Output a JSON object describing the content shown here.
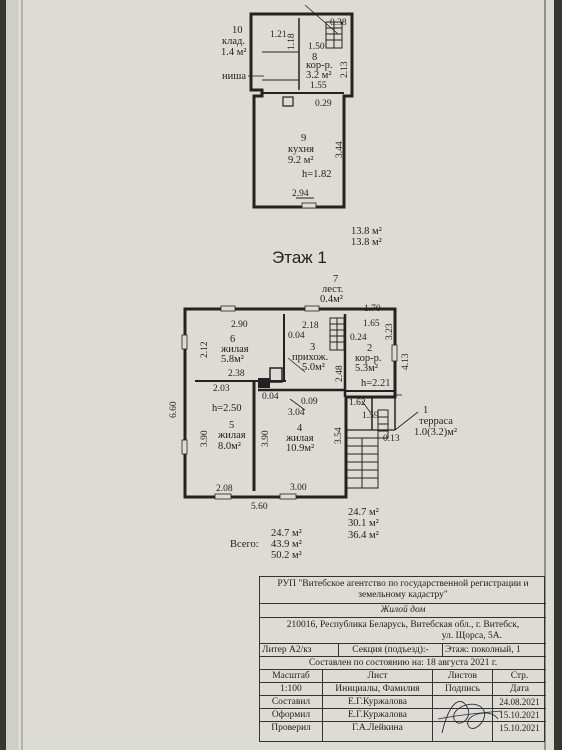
{
  "floor_title": "Этаж 1",
  "attic_area_1": "13.8 м²",
  "attic_area_2": "13.8 м²",
  "attic_rooms": [
    {
      "number": "10",
      "name": "клад.",
      "area": "1.4 м²"
    },
    {
      "number": "8",
      "name": "кор-р.",
      "area": "3.2 м²"
    },
    {
      "number": "9",
      "name": "кухня",
      "area": "9.2 м²"
    }
  ],
  "attic_niche_label": "ниша",
  "attic_height": "h=1.82",
  "attic_dims": [
    "1.21",
    "0.38",
    "1.50",
    "1.18",
    "2.13",
    "1.55",
    "0.29",
    "3.44",
    "2.94"
  ],
  "floor_rooms": [
    {
      "number": "7",
      "name": "лест.",
      "area": "0.4м²"
    },
    {
      "number": "6",
      "name": "жилая",
      "area": "5.8м²"
    },
    {
      "number": "3",
      "name": "прихож.",
      "area": "5.0м²"
    },
    {
      "number": "2",
      "name": "кор-р.",
      "area": "5.3м²"
    },
    {
      "number": "5",
      "name": "жилая",
      "area": "8.0м²"
    },
    {
      "number": "4",
      "name": "жилая",
      "area": "10.9м²"
    },
    {
      "number": "1",
      "name": "терраса",
      "area": "1.0(3.2)м²"
    }
  ],
  "floor_height_1": "h=2.50",
  "floor_height_2": "h=2.21",
  "floor_dims": [
    "1.70",
    "2.90",
    "2.18",
    "1.65",
    "0.04",
    "0.24",
    "3.23",
    "2.12",
    "4.13",
    "2.38",
    "2.48",
    "2.03",
    "6.60",
    "0.04",
    "0.09",
    "1.62",
    "3.04",
    "1.59",
    "3.90",
    "3.90",
    "3.54",
    "0.13",
    "2.08",
    "3.00",
    "5.60"
  ],
  "floor_totals": [
    "24.7 м²",
    "30.1 м²",
    "36.4 м²"
  ],
  "total_label": "Всего:",
  "total_values": [
    "24.7 м²",
    "43.9 м²",
    "50.2 м²"
  ],
  "stamp": {
    "org_line1": "РУП \"Витебское агентство по государственной регистрации и",
    "org_line2": "земельному кадастру\"",
    "object": "Жилой дом",
    "address_line1": "210016, Республика Беларусь, Витебская обл., г. Витебск,",
    "address_line2": "ул. Щорса, 5А.",
    "liter": "Литер А2/кз",
    "section": "Секция (подъезд):-",
    "floor": "Этаж: поколный, 1",
    "compiled": "Составлен по состоянию на: 18 августа 2021 г.",
    "h_scale": "Масштаб",
    "h_sheet": "Лист",
    "h_sheets": "Листов",
    "h_page": "Стр.",
    "scale": "1:100",
    "h_initials": "Инициалы, Фамилия",
    "h_signature": "Подпись",
    "h_date": "Дата",
    "people": [
      {
        "role": "Составил",
        "name": "Е.Г.Куржалова",
        "date": "24.08.2021"
      },
      {
        "role": "Оформил",
        "name": "Е.Г.Куржалова",
        "date": "15.10.2021"
      },
      {
        "role": "Проверил",
        "name": "Г.А.Лейкина",
        "date": "15.10.2021"
      }
    ]
  }
}
